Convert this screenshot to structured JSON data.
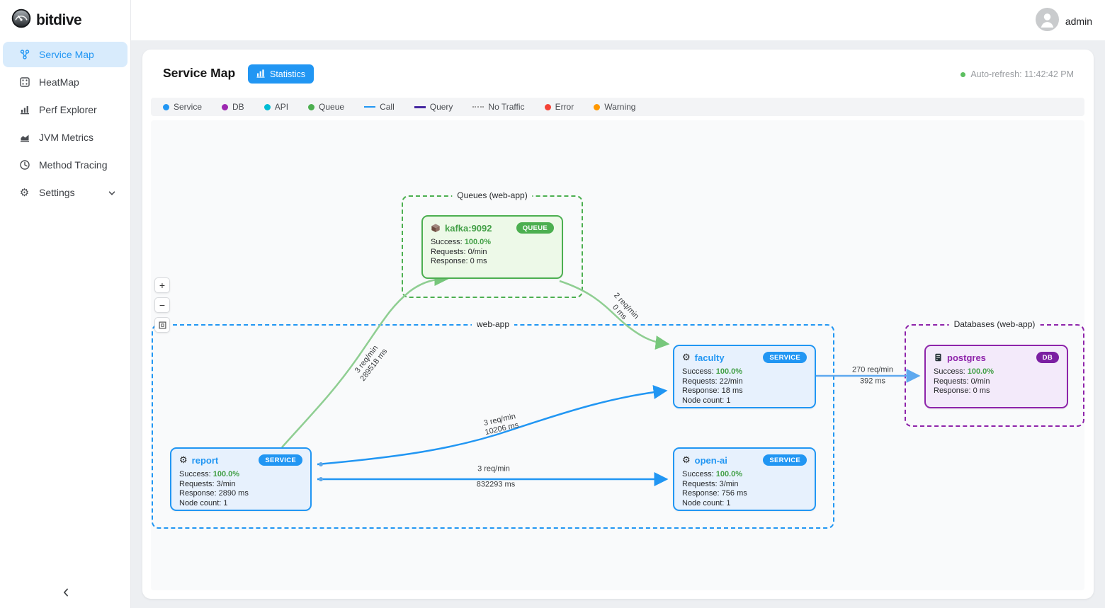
{
  "brand": {
    "name": "bitdive"
  },
  "topbar": {
    "user": "admin"
  },
  "sidebar": {
    "items": [
      {
        "label": "Service Map",
        "icon": "service-map-icon",
        "active": true
      },
      {
        "label": "HeatMap",
        "icon": "heatmap-icon"
      },
      {
        "label": "Perf Explorer",
        "icon": "perf-explorer-icon"
      },
      {
        "label": "JVM Metrics",
        "icon": "jvm-metrics-icon"
      },
      {
        "label": "Method Tracing",
        "icon": "method-tracing-icon"
      },
      {
        "label": "Settings",
        "icon": "settings-icon"
      }
    ]
  },
  "toolbar": {
    "title": "Service Map",
    "statistics_label": "Statistics",
    "auto_refresh": "Auto-refresh: 11:42:42 PM"
  },
  "legend": {
    "items": [
      {
        "label": "Service",
        "color": "#2196f3",
        "swatch": "dot"
      },
      {
        "label": "DB",
        "color": "#9c27b0",
        "swatch": "dot"
      },
      {
        "label": "API",
        "color": "#00bcd4",
        "swatch": "dot"
      },
      {
        "label": "Queue",
        "color": "#4caf50",
        "swatch": "dot"
      },
      {
        "label": "Call",
        "color": "#2196f3",
        "swatch": "line"
      },
      {
        "label": "Query",
        "color": "#4527a0",
        "swatch": "thick-line"
      },
      {
        "label": "No Traffic",
        "color": "#9e9e9e",
        "swatch": "dotted-line"
      },
      {
        "label": "Error",
        "color": "#f44336",
        "swatch": "dot"
      },
      {
        "label": "Warning",
        "color": "#ff9800",
        "swatch": "dot"
      }
    ]
  },
  "zoom_controls": {
    "zoom_in": "+",
    "zoom_out": "−"
  },
  "groups": [
    {
      "label": "Queues (web-app)",
      "color": "#4caf50"
    },
    {
      "label": "web-app",
      "color": "#2196f3"
    },
    {
      "label": "Databases (web-app)",
      "color": "#8e24aa"
    }
  ],
  "nodes": {
    "kafka": {
      "title": "kafka:9092",
      "badge": "QUEUE",
      "success_label": "Success:",
      "success": "100.0%",
      "requests_label": "Requests:",
      "requests": "0/min",
      "response_label": "Response:",
      "response": "0 ms"
    },
    "faculty": {
      "title": "faculty",
      "badge": "SERVICE",
      "success_label": "Success:",
      "success": "100.0%",
      "requests_label": "Requests:",
      "requests": "22/min",
      "response_label": "Response:",
      "response": "18 ms",
      "node_count_label": "Node count:",
      "node_count": "1"
    },
    "report": {
      "title": "report",
      "badge": "SERVICE",
      "success_label": "Success:",
      "success": "100.0%",
      "requests_label": "Requests:",
      "requests": "3/min",
      "response_label": "Response:",
      "response": "2890 ms",
      "node_count_label": "Node count:",
      "node_count": "1"
    },
    "openai": {
      "title": "open-ai",
      "badge": "SERVICE",
      "success_label": "Success:",
      "success": "100.0%",
      "requests_label": "Requests:",
      "requests": "3/min",
      "response_label": "Response:",
      "response": "756 ms",
      "node_count_label": "Node count:",
      "node_count": "1"
    },
    "postgres": {
      "title": "postgres",
      "badge": "DB",
      "success_label": "Success:",
      "success": "100.0%",
      "requests_label": "Requests:",
      "requests": "0/min",
      "response_label": "Response:",
      "response": "0 ms"
    }
  },
  "edges": [
    {
      "from": "report",
      "to": "kafka:9092",
      "line1": "3 req/min",
      "line2": "289518 ms"
    },
    {
      "from": "kafka:9092",
      "to": "faculty",
      "line1": "2 req/min",
      "line2": "0 ms"
    },
    {
      "from": "report",
      "to": "faculty",
      "line1": "3 req/min",
      "line2": "10206 ms"
    },
    {
      "from": "report",
      "to": "open-ai",
      "line1": "3 req/min",
      "line2": "832293 ms"
    },
    {
      "from": "faculty",
      "to": "postgres",
      "line1": "270 req/min",
      "line2": "392 ms"
    }
  ]
}
